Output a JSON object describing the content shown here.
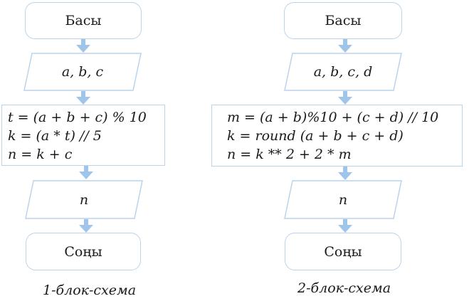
{
  "flowchart1": {
    "start": "Басы",
    "input": "a, b, c",
    "process": [
      "t = (a + b + c) % 10",
      "k = (a * t) // 5",
      "n = k + c"
    ],
    "output": "n",
    "end": "Соңы",
    "caption": "1-блок-схема"
  },
  "flowchart2": {
    "start": "Басы",
    "input": "a, b, c, d",
    "process": [
      "m = (a + b)%10 + (c + d) // 10",
      "k = round (a + b + c + d)",
      "n = k ** 2 + 2 * m"
    ],
    "output": "n",
    "end": "Соңы",
    "caption": "2-блок-схема"
  },
  "colors": {
    "border": "#b9d3ec",
    "arrow": "#9fc6ea"
  }
}
